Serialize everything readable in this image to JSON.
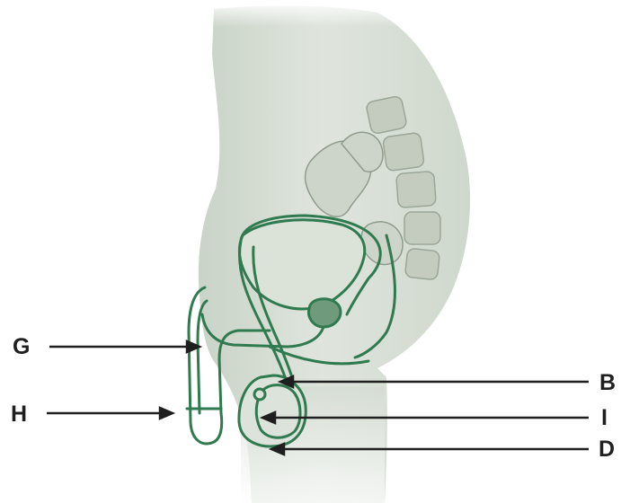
{
  "labels": {
    "G": "G",
    "H": "H",
    "B": "B",
    "I": "I",
    "D": "D"
  },
  "colors": {
    "outline": "#2f7a4f",
    "body_fill": "#d7dfd5",
    "label_text": "#1f1f1f",
    "pointer": "#1f1f1f"
  }
}
